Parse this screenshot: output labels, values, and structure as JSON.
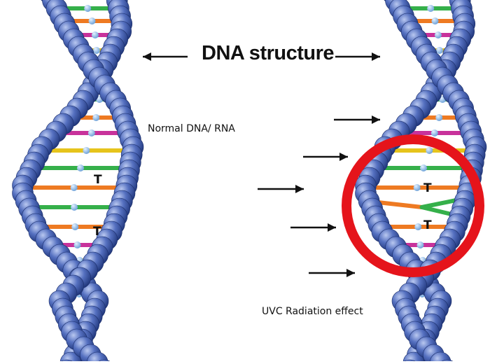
{
  "title": "DNA structure",
  "labels": {
    "normal": "Normal DNA/ RNA",
    "uvc": "UVC Radiation effect"
  },
  "base_labels": {
    "left_upper": "T",
    "left_lower": "T",
    "right_upper": "T",
    "right_lower": "T"
  },
  "colors": {
    "backbone": "#3a57a8",
    "backbone_highlight": "#7d96d6",
    "node": "#7fb0e0",
    "bond_green": "#35b04a",
    "bond_orange": "#ee7a22",
    "bond_magenta": "#c8329b",
    "bond_yellow": "#e6c41c",
    "ring": "#e5141b",
    "arrow": "#111111"
  },
  "icons": [
    "arrow-left-icon",
    "arrow-right-icon",
    "highlight-ring"
  ]
}
